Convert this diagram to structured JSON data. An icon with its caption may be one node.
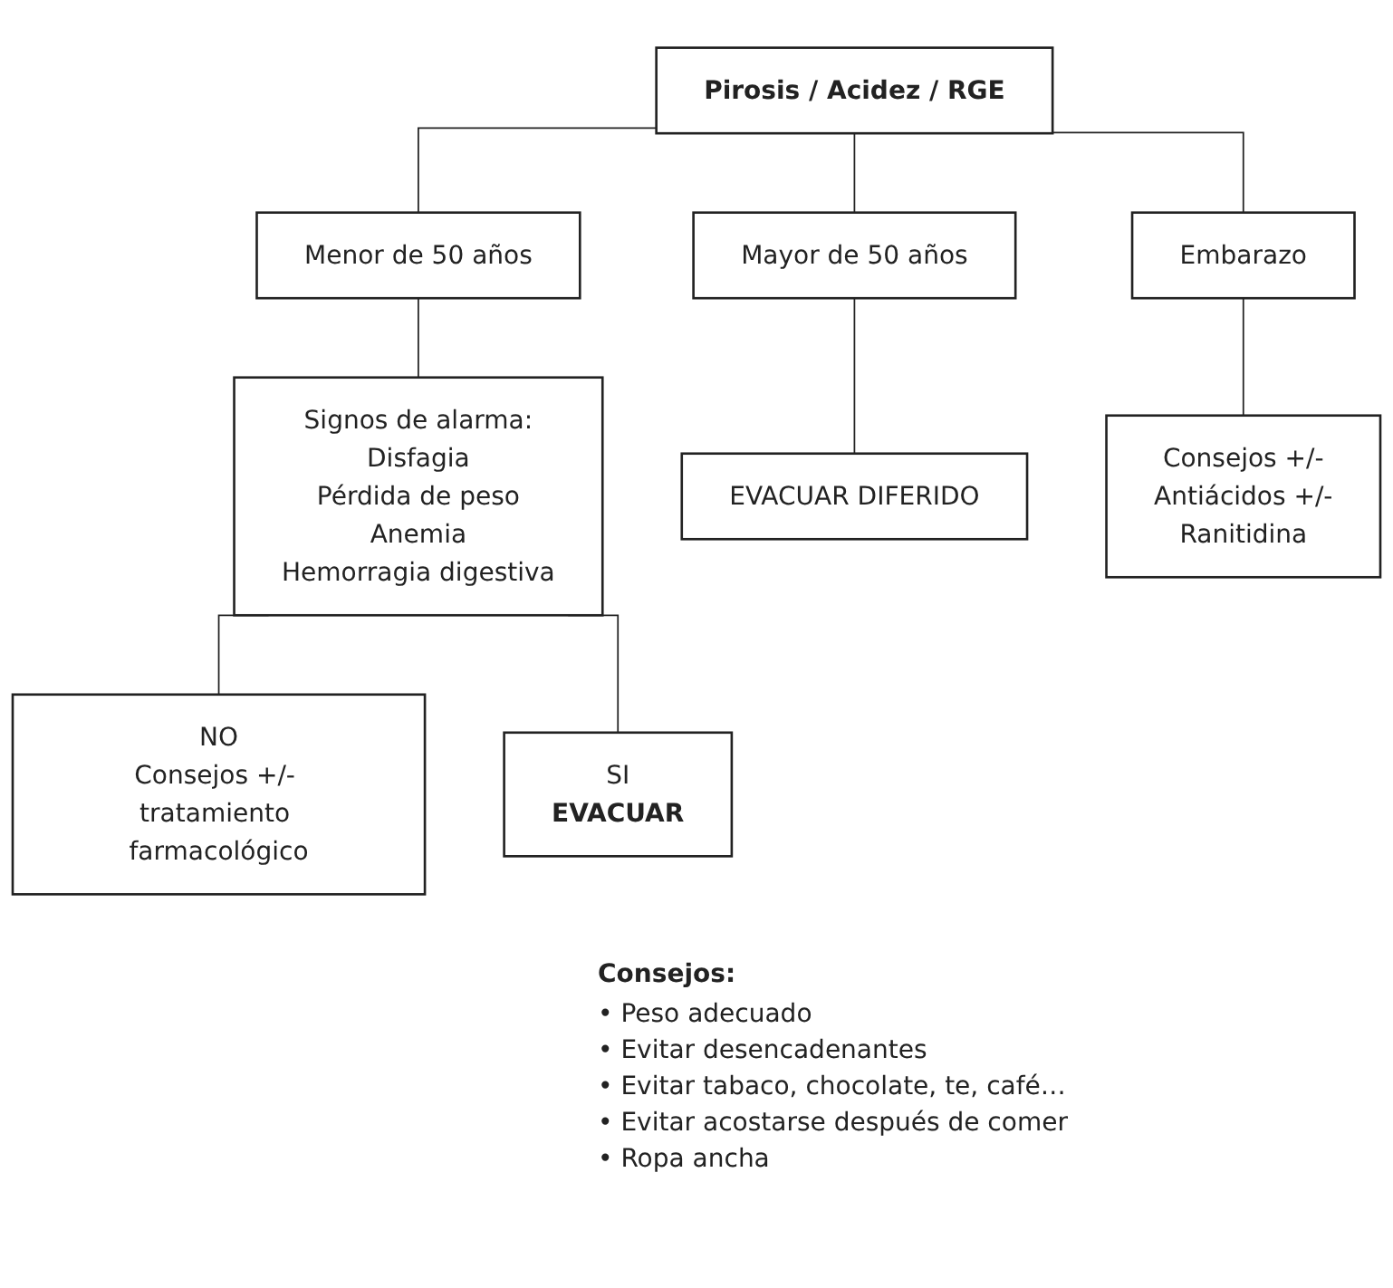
{
  "diagram": {
    "nodes": [
      {
        "text": [
          "Pirosis / Acidez / RGE"
        ]
      },
      {
        "text": [
          "Menor de 50 años"
        ]
      },
      {
        "text": [
          "Mayor de 50 años"
        ]
      },
      {
        "text": [
          "Embarazo"
        ]
      },
      {
        "text": [
          "Signos de alarma:",
          "Disfagia",
          "Pérdida de peso",
          "Anemia",
          "Hemorragia digestiva"
        ]
      },
      {
        "text": [
          "EVACUAR DIFERIDO"
        ]
      },
      {
        "text": [
          "Consejos +/-",
          "Antiácidos +/-",
          "Ranitidina"
        ]
      },
      {
        "text": [
          "NO",
          "Consejos +/- tratamiento farmacológico"
        ]
      },
      {
        "text": [
          "SI",
          "EVACUAR"
        ]
      }
    ],
    "edges": [
      {
        "from": 0,
        "to": 1,
        "arrow": "none"
      },
      {
        "from": 0,
        "to": 2,
        "arrow": "none"
      },
      {
        "from": 0,
        "to": 3,
        "arrow": "none"
      },
      {
        "from": 1,
        "to": 4,
        "arrow": "none"
      },
      {
        "from": 2,
        "to": 5,
        "arrow": "none"
      },
      {
        "from": 3,
        "to": 6,
        "arrow": "none"
      },
      {
        "from": 4,
        "to": 7,
        "arrow": "none"
      },
      {
        "from": 4,
        "to": 8,
        "arrow": "none"
      }
    ],
    "labels": [
      "Consejos:",
      "• Peso adecuado",
      "• Evitar desencadenantes",
      "• Evitar tabaco, chocolate, te, café…",
      "• Evitar acostarse después de comer",
      "• Ropa ancha"
    ]
  }
}
